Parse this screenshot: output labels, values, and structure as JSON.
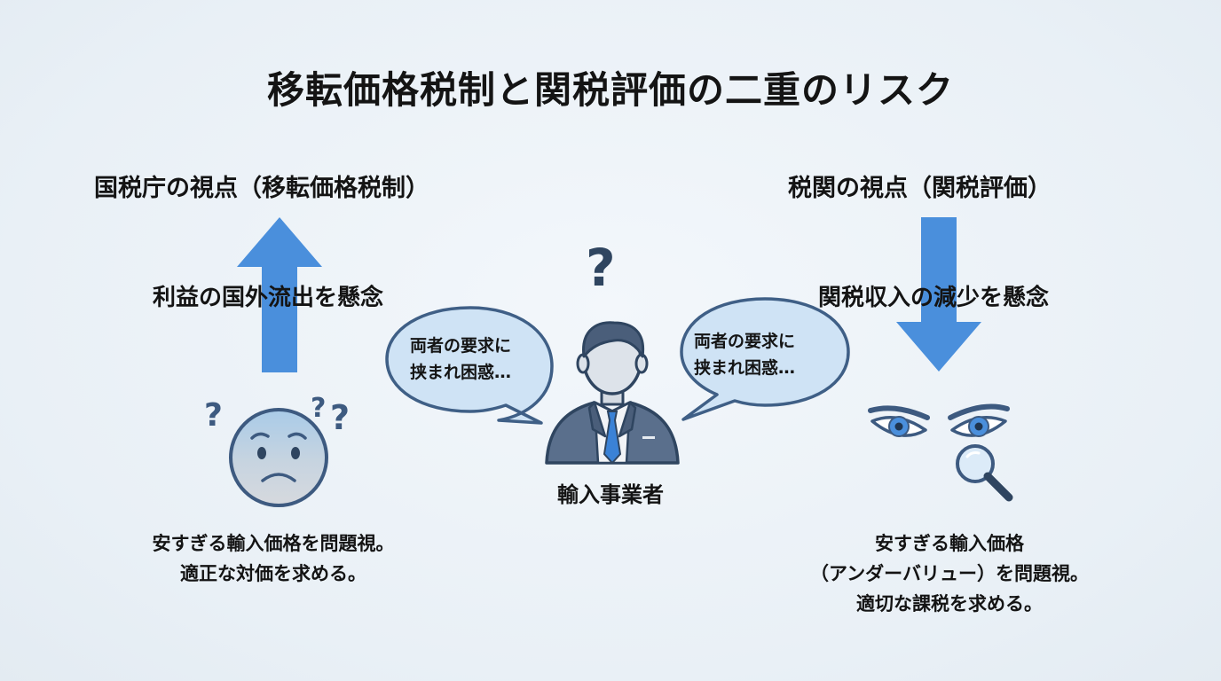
{
  "title": "移転価格税制と関税評価の二重のリスク",
  "left": {
    "heading": "国税庁の視点（移転価格税制）",
    "concern": "利益の国外流出を懸念",
    "desc_line1": "安すぎる輸入価格を問題視。",
    "desc_line2": "適正な対価を求める。",
    "arrow_direction": "up",
    "icon": "confused-face-icon"
  },
  "center": {
    "bubble_left_line1": "両者の要求に",
    "bubble_left_line2": "挟まれ困惑…",
    "bubble_right_line1": "両者の要求に",
    "bubble_right_line2": "挟まれ困惑…",
    "question_mark": "?",
    "label": "輸入事業者",
    "icon": "businessman-icon"
  },
  "right": {
    "heading": "税関の視点（関税評価）",
    "concern": "関税収入の減少を懸念",
    "desc_line1": "安すぎる輸入価格",
    "desc_line2": "（アンダーバリュー）を問題視。",
    "desc_line3": "適切な課税を求める。",
    "arrow_direction": "down",
    "icon": "scrutinizing-eyes-magnifier-icon"
  },
  "colors": {
    "arrow": "#4a8fdc",
    "bubble_fill": "#cfe3f5",
    "bubble_stroke": "#3f5f86",
    "icon_stroke": "#3d5a80",
    "background": "#eaf1f7"
  }
}
